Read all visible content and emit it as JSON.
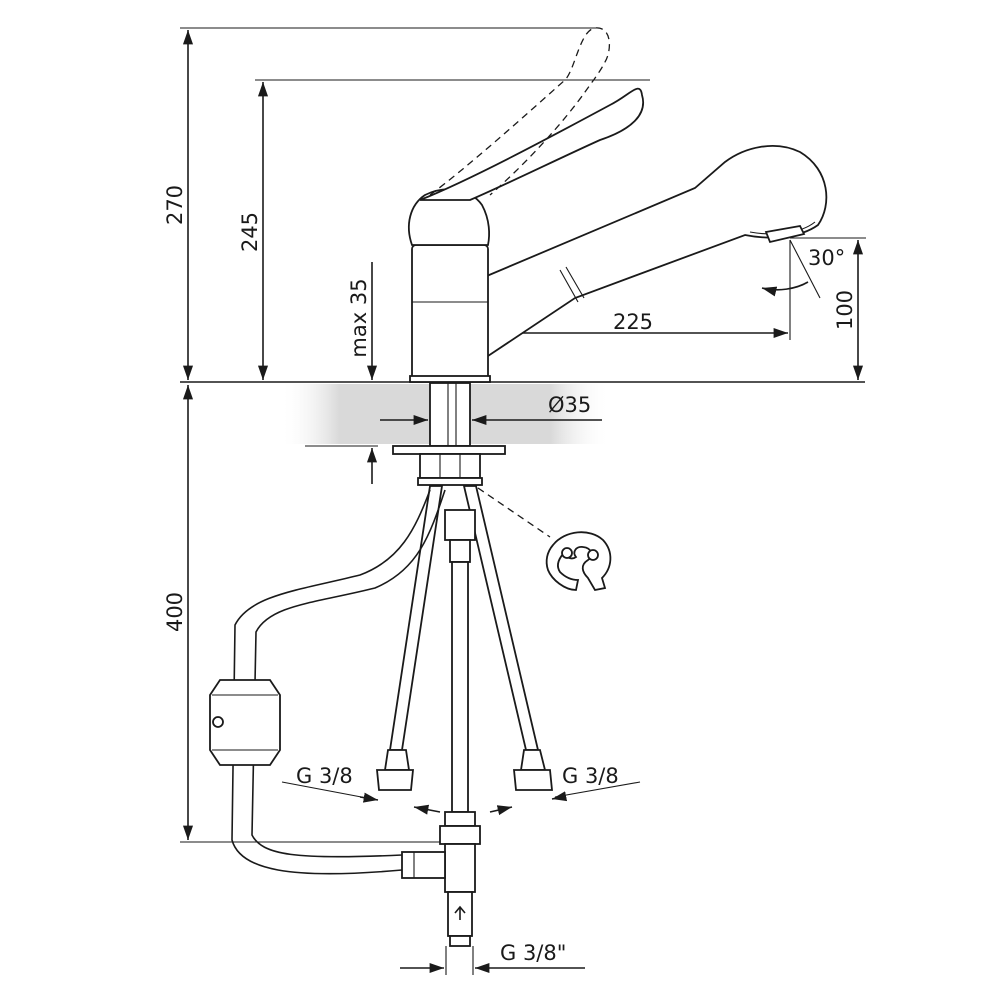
{
  "dimensions": {
    "height_max": "270",
    "height_spout": "245",
    "max_deck": "max 35",
    "projection": "225",
    "spout_height": "100",
    "spray_angle": "30°",
    "hole_diameter": "Ø35",
    "below_deck": "400",
    "hose_left": "G 3/8",
    "hose_right": "G 3/8",
    "inlet": "G 3/8\""
  },
  "colors": {
    "line": "#1a1a1a",
    "deck_shade": "#d9d9d9",
    "background": "#ffffff"
  }
}
